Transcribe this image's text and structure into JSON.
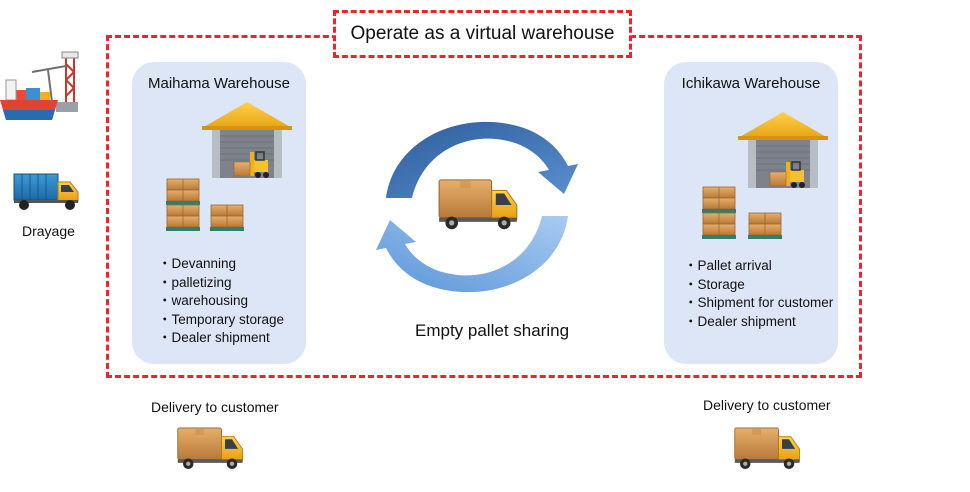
{
  "title": "Operate as a virtual warehouse",
  "left_panel": {
    "title": "Maihama Warehouse",
    "tasks": [
      "Devanning",
      "palletizing",
      "warehousing",
      "Temporary storage",
      "Dealer shipment"
    ]
  },
  "right_panel": {
    "title": "Ichikawa Warehouse",
    "tasks": [
      "Pallet arrival",
      "Storage",
      "Shipment for customer",
      "Dealer shipment"
    ]
  },
  "center_label": "Empty pallet sharing",
  "drayage_label": "Drayage",
  "delivery_left": "Delivery to customer",
  "delivery_right": "Delivery to customer",
  "icons": [
    "ship-crane-icon",
    "container-truck-icon",
    "warehouse-icon",
    "pallet-boxes-icon",
    "delivery-truck-icon",
    "cycle-arrows-icon"
  ],
  "colors": {
    "frame": "#e8262d",
    "panel": "#dde6f6",
    "arrow_dark": "#3d6fae",
    "arrow_light": "#8cb6e8",
    "roof": "#f3b81f",
    "truck_cab": "#f5b523",
    "box": "#d59a4f"
  }
}
